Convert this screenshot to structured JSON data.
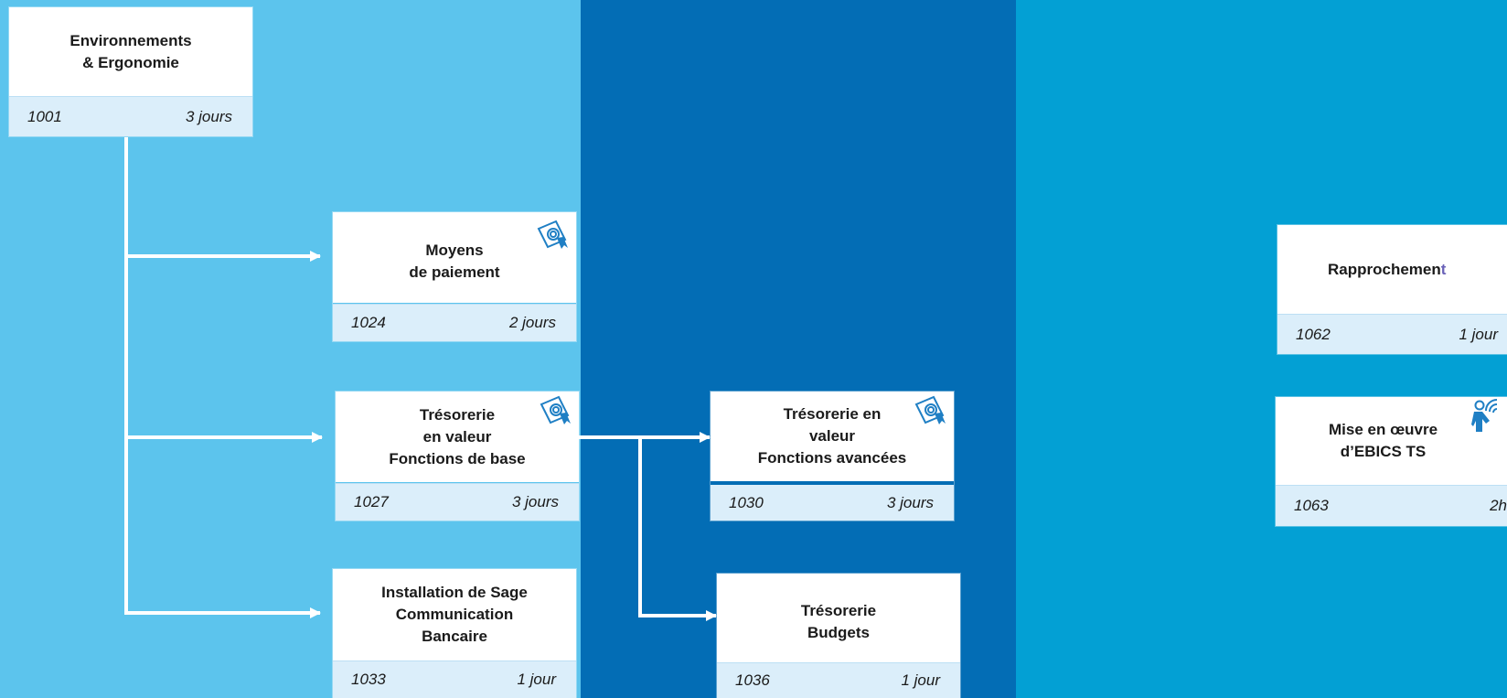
{
  "colors": {
    "band_1": "#5cc4ed",
    "band_2": "#036db5",
    "band_3": "#03a0d4",
    "card_top": "#ffffff",
    "card_bottom": "#dbeefa",
    "connector": "#ffffff",
    "icon": "#1f7fc4"
  },
  "courses": [
    {
      "id": "c1001",
      "title": "Environnements\n& Ergonomie",
      "code": "1001",
      "duration": "3 jours",
      "icon": "none"
    },
    {
      "id": "c1024",
      "title": "Moyens\nde paiement",
      "code": "1024",
      "duration": "2 jours",
      "icon": "certificate-icon"
    },
    {
      "id": "c1027",
      "title": "Trésorerie\nen valeur\nFonctions de base",
      "code": "1027",
      "duration": "3 jours",
      "icon": "certificate-icon"
    },
    {
      "id": "c1033",
      "title": "Installation de Sage\nCommunication\nBancaire",
      "code": "1033",
      "duration": "1 jour",
      "icon": "none"
    },
    {
      "id": "c1030",
      "title": "Trésorerie en\nvaleur\nFonctions avancées",
      "code": "1030",
      "duration": "3 jours",
      "icon": "certificate-icon"
    },
    {
      "id": "c1036",
      "title": "Trésorerie\nBudgets",
      "code": "1036",
      "duration": "1 jour",
      "icon": "none"
    },
    {
      "id": "c1062",
      "title_main": "Rapprochemen",
      "title_highlight": "t",
      "code": "1062",
      "duration": "1 jour",
      "icon": "none"
    },
    {
      "id": "c1063",
      "title": "Mise en œuvre\nd’EBICS TS",
      "code": "1063",
      "duration": "2h",
      "icon": "remote-person-icon"
    }
  ]
}
